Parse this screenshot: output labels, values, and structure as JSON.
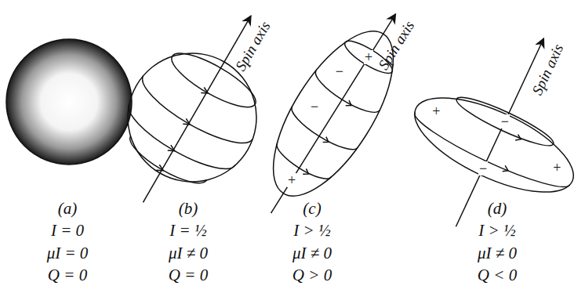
{
  "diagram": {
    "labels": [
      "(a)",
      "I = 0",
      "μI = 0",
      "Q = 0",
      "Spin axis",
      "(b)",
      "I = ½",
      "μI ≠ 0",
      "Q = 0",
      "Spin axis",
      "+",
      "−",
      "−",
      "+",
      "(c)",
      "I > ½",
      "μI ≠ 0",
      "Q > 0",
      "Spin axis",
      "+",
      "−",
      "+",
      "−",
      "(d)",
      "I > ½",
      "μI ≠ 0",
      "Q < 0"
    ]
  }
}
